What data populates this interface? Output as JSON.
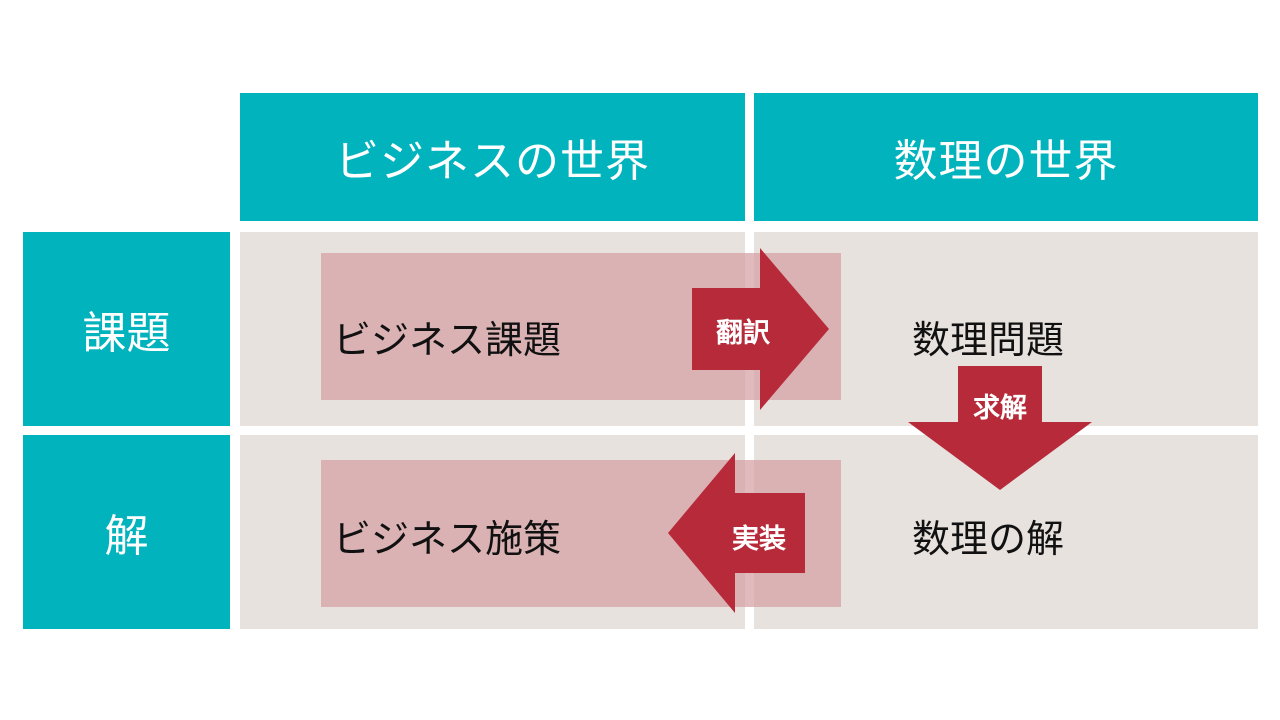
{
  "header": {
    "business_world": "ビジネスの世界",
    "math_world": "数理の世界"
  },
  "rows": {
    "problem": "課題",
    "solution": "解"
  },
  "cells": {
    "business_problem": "ビジネス課題",
    "math_problem": "数理問題",
    "math_solution": "数理の解",
    "business_action": "ビジネス施策"
  },
  "arrows": {
    "translate": "翻訳",
    "solve": "求解",
    "implement": "実装"
  },
  "colors": {
    "teal": "#00b3bc",
    "cell_bg": "#e8e2df",
    "band": "#d5a0a3",
    "arrow": "#b72a3a"
  }
}
